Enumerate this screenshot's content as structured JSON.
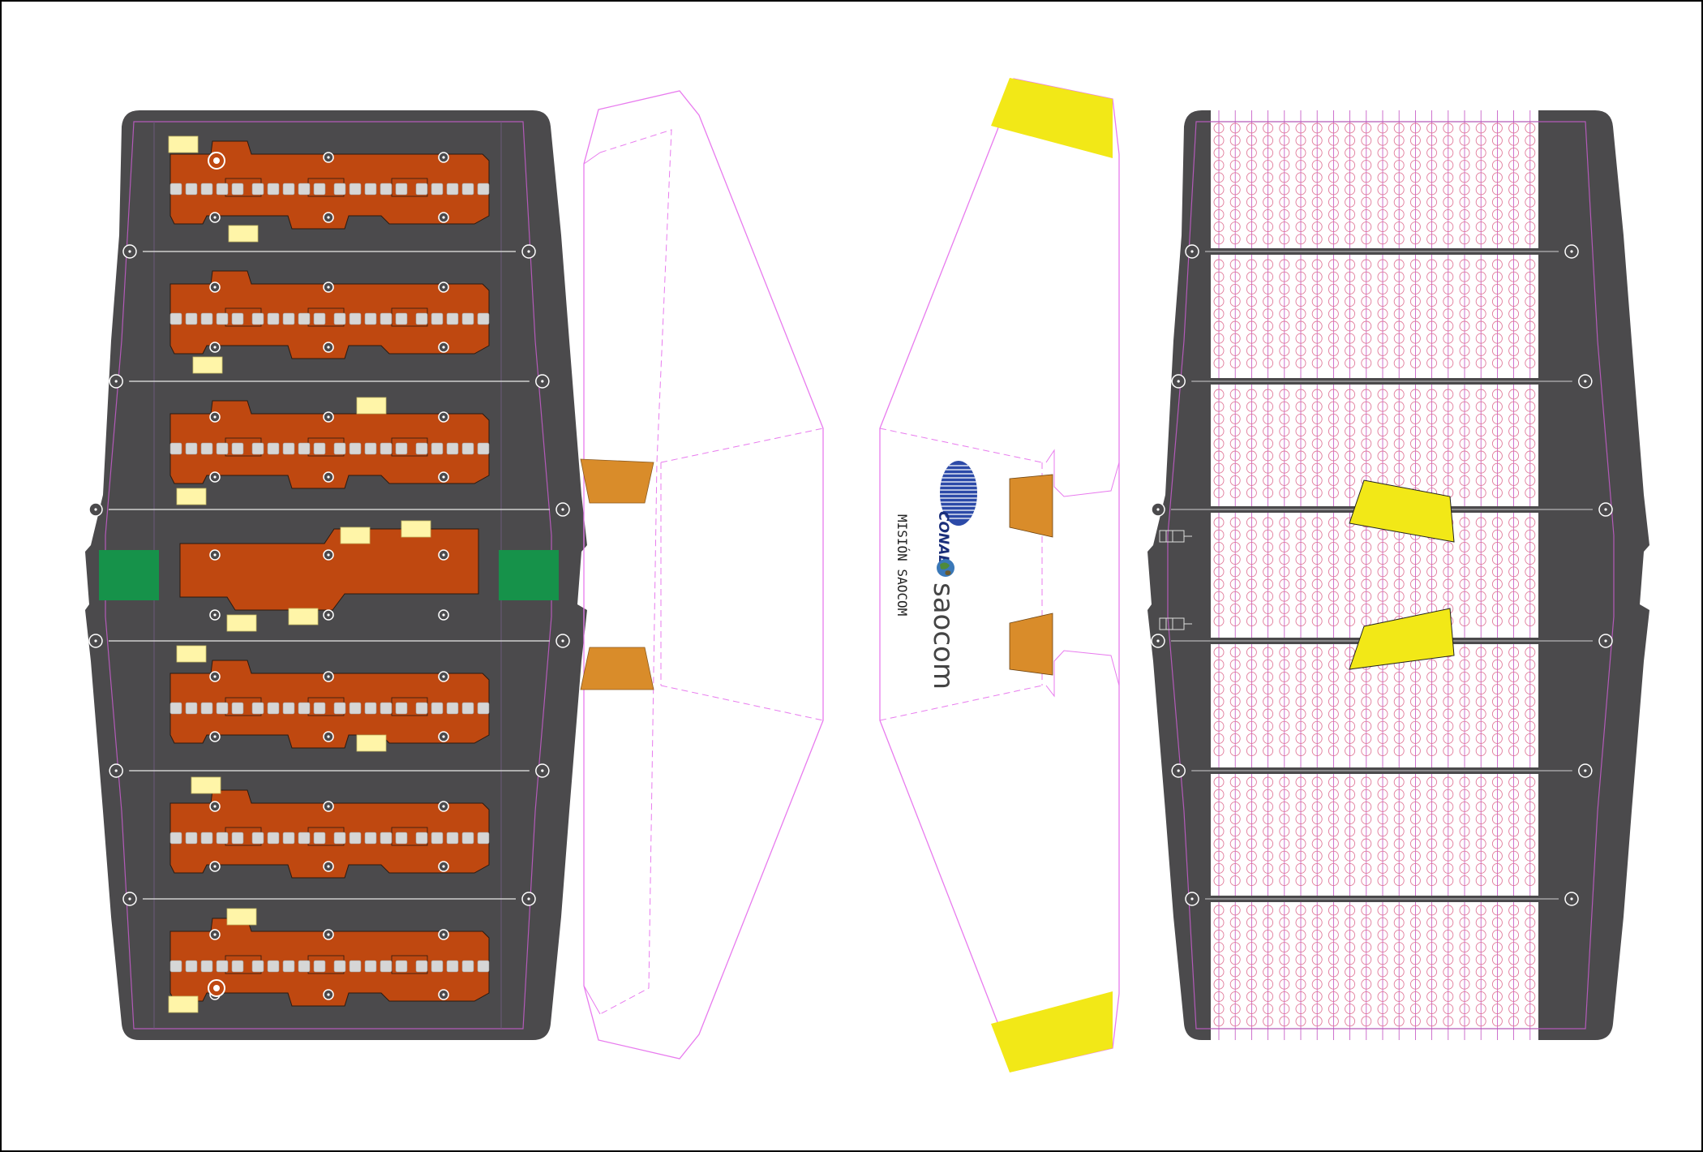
{
  "logos": {
    "conae": "CONAE",
    "saocom": "saocom"
  },
  "mission_label": "MISIÓN SAOCOM",
  "colors": {
    "panel_dark": "#4b4a4c",
    "copper": "#bf4810",
    "cell_grey": "#d6d6d6",
    "pad_yellow": "#fff5a8",
    "hinge_green": "#16924a",
    "fold_magenta": "#e87bee",
    "glue_orange": "#d98c2a",
    "glue_yellow": "#f2e817",
    "grid_circle": "#e17a9a",
    "conae_blue": "#2c4aa8"
  },
  "icons": {
    "globe": "globe-icon",
    "mount_hole": "mount-hole-icon",
    "connector": "connector-icon"
  }
}
